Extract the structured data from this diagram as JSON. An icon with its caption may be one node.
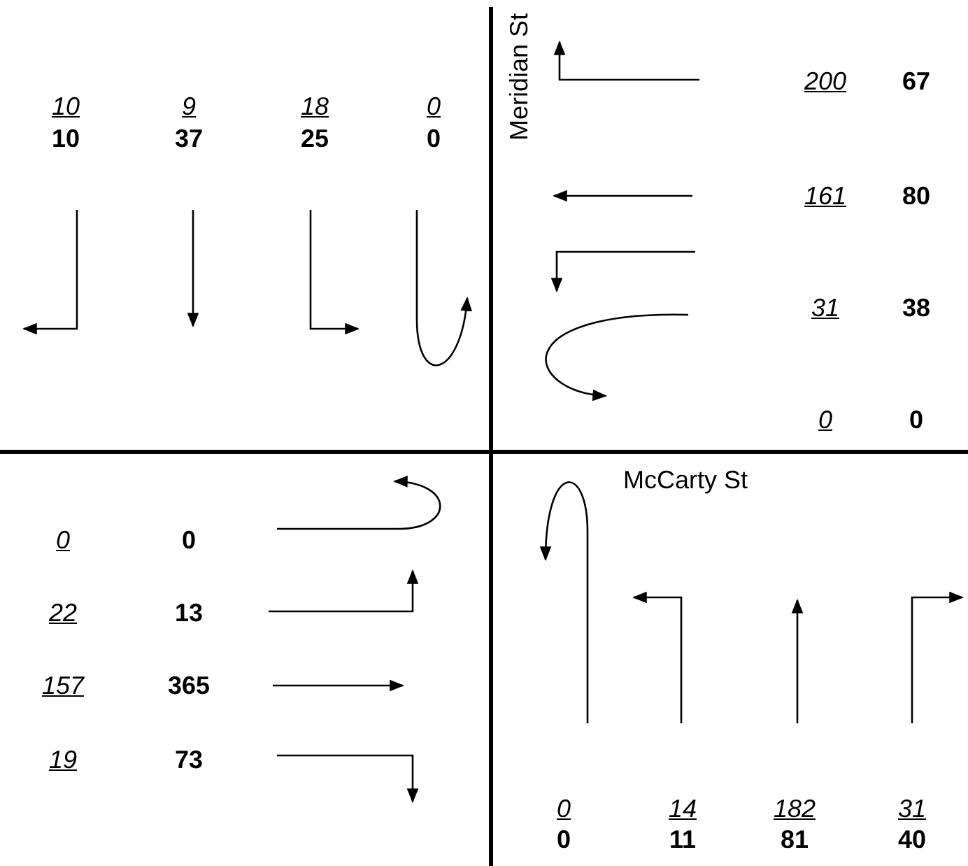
{
  "diagram": {
    "labels": [
      "10",
      "9",
      "18",
      "0",
      "10",
      "37",
      "25",
      "0",
      "Meridian St",
      "200",
      "67",
      "161",
      "80",
      "31",
      "38",
      "0",
      "0",
      "McCarty St",
      "0",
      "0",
      "22",
      "13",
      "157",
      "365",
      "19",
      "73",
      "0",
      "14",
      "182",
      "31",
      "0",
      "11",
      "81",
      "40"
    ]
  }
}
